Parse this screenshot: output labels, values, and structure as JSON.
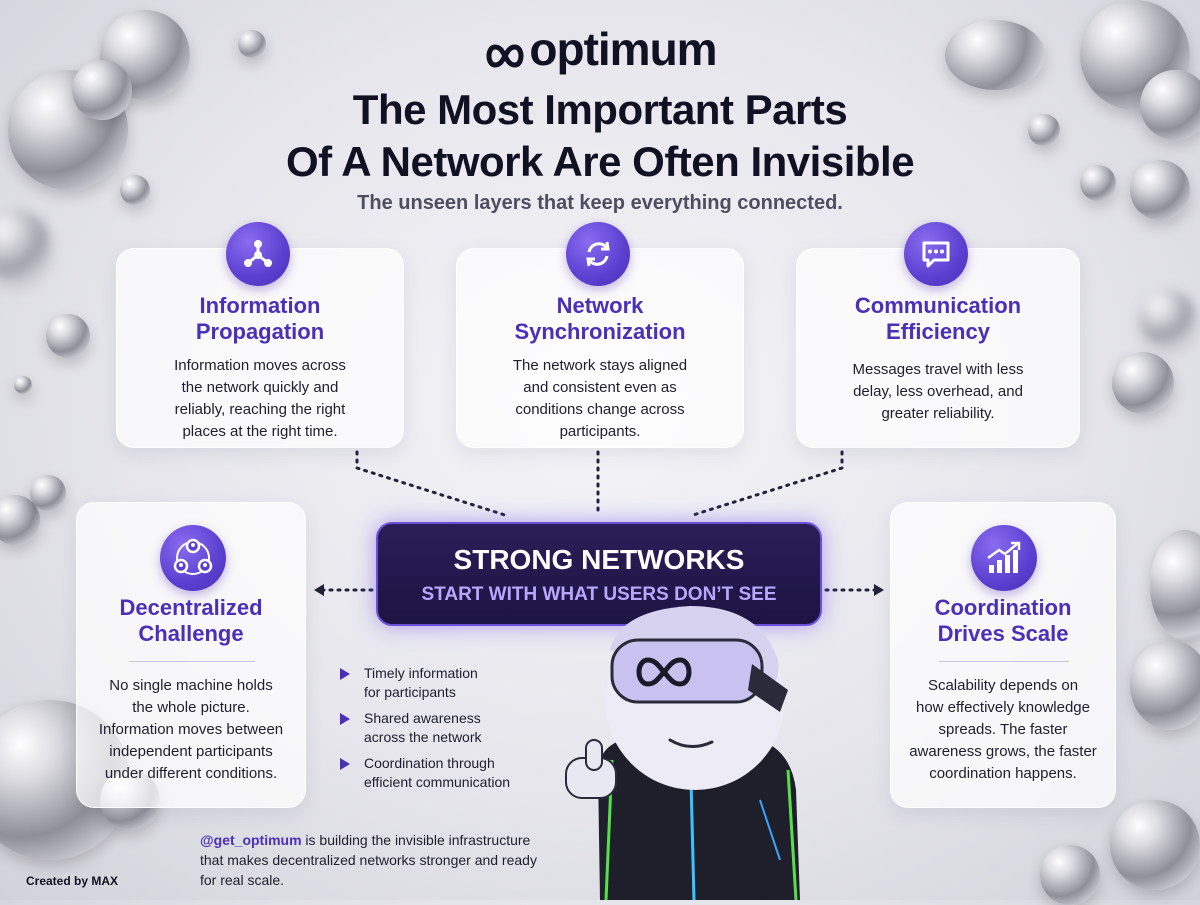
{
  "brand": {
    "name": "optimum"
  },
  "header": {
    "title_line1": "The Most Important Parts",
    "title_line2": "Of A Network Are Often Invisible",
    "subtitle": "The unseen layers that keep everything connected."
  },
  "cards": {
    "info": {
      "icon": "share-nodes-icon",
      "title_line1": "Information",
      "title_line2": "Propagation",
      "lines": [
        "Information moves across",
        "the network quickly and",
        "reliably, reaching the right",
        "places at the right time."
      ]
    },
    "sync": {
      "icon": "sync-arrows-icon",
      "title_line1": "Network",
      "title_line2": "Synchronization",
      "lines": [
        "The network stays aligned",
        "and consistent even as",
        "conditions change across",
        "participants."
      ]
    },
    "comm": {
      "icon": "chat-bubble-icon",
      "title_line1": "Communication",
      "title_line2": "Efficiency",
      "lines": [
        "Messages travel with less",
        "delay, less overhead, and",
        "greater reliability."
      ]
    },
    "decentral": {
      "icon": "people-network-icon",
      "title_line1": "Decentralized",
      "title_line2": "Challenge",
      "lines": [
        "No single machine holds",
        "the whole picture.",
        "Information moves between",
        "independent participants",
        "under different conditions."
      ]
    },
    "coord": {
      "icon": "growth-chart-icon",
      "title_line1": "Coordination",
      "title_line2": "Drives Scale",
      "lines": [
        "Scalability depends on",
        "how effectively knowledge",
        "spreads. The faster",
        "awareness grows, the faster",
        "coordination happens."
      ]
    }
  },
  "center": {
    "main": "STRONG NETWORKS",
    "sub": "START WITH WHAT USERS DON’T SEE"
  },
  "bullets": [
    {
      "line1": "Timely information",
      "line2": "for participants"
    },
    {
      "line1": "Shared awareness",
      "line2": "across the network"
    },
    {
      "line1": "Coordination through",
      "line2": "efficient communication"
    }
  ],
  "footer": {
    "handle": "@get_optimum",
    "text_rest": " is building the invisible infrastructure that makes decentralized networks stronger and ready for real scale.",
    "credit": "Created by MAX"
  },
  "colors": {
    "accent": "#4a30b6",
    "dark_panel": "#1c1442",
    "highlight": "#b7a8ff"
  }
}
